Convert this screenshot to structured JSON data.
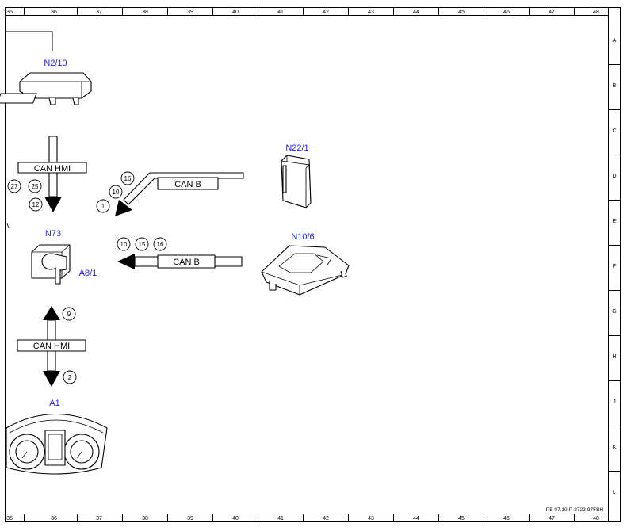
{
  "grid": {
    "columns": [
      "35",
      "36",
      "37",
      "38",
      "39",
      "40",
      "41",
      "42",
      "43",
      "44",
      "45",
      "46",
      "47",
      "48"
    ],
    "rows": [
      "A",
      "B",
      "C",
      "D",
      "E",
      "F",
      "G",
      "H",
      "J",
      "K",
      "L"
    ]
  },
  "components": {
    "n2_10": "N2/10",
    "n22_1": "N22/1",
    "n73": "N73",
    "a8_1": "A8/1",
    "n10_6": "N10/6",
    "a1": "A1"
  },
  "buses": {
    "can_hmi_top": "CAN HMI",
    "can_b_top": "CAN B",
    "can_b_middle": "CAN B",
    "can_hmi_bottom": "CAN HMI"
  },
  "pins": {
    "can_hmi_top": [
      "27",
      "25",
      "12"
    ],
    "can_b_top": [
      "16",
      "10",
      "1"
    ],
    "can_b_middle": [
      "10",
      "15",
      "16"
    ],
    "can_hmi_bottom_up": "9",
    "can_hmi_bottom_down": "2"
  },
  "reference_code": "PE 07.10-P-2722-97FBH"
}
